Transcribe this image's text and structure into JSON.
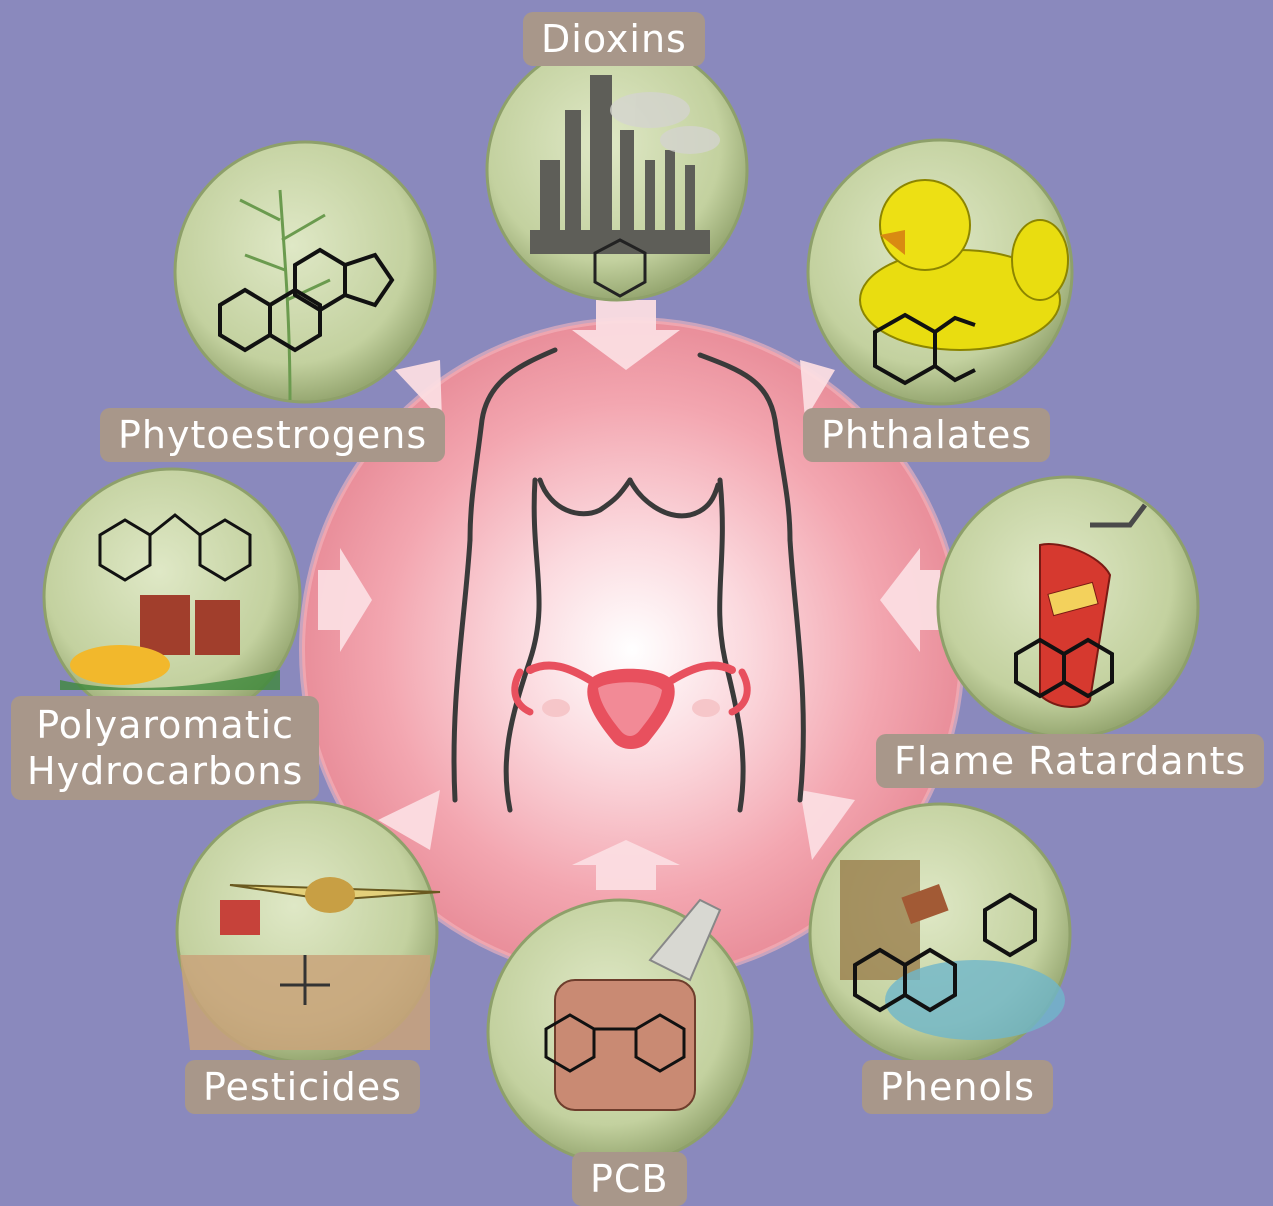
{
  "center": {
    "subject": "female-body-with-uterus"
  },
  "sources": [
    {
      "id": "dioxins",
      "label": "Dioxins",
      "icon": "factory-icon"
    },
    {
      "id": "phthalates",
      "label": "Phthalates",
      "icon": "rubber-duck-icon"
    },
    {
      "id": "flame-retardants",
      "label": "Flame Ratardants",
      "icon": "fire-extinguisher-icon"
    },
    {
      "id": "phenols",
      "label": "Phenols",
      "icon": "waste-barrel-icon"
    },
    {
      "id": "pcb",
      "label": "PCB",
      "icon": "transformer-icon"
    },
    {
      "id": "pesticides",
      "label": "Pesticides",
      "icon": "crop-duster-icon"
    },
    {
      "id": "pah",
      "label_lines": [
        "Polyaromatic",
        "Hydrocarbons"
      ],
      "icon": "burning-barrels-icon"
    },
    {
      "id": "phytoestrogens",
      "label": "Phytoestrogens",
      "icon": "plant-icon"
    }
  ],
  "colors": {
    "background": "#8a89bd",
    "label_bg": "#a8978a",
    "circle_fill": "#c6d4a4",
    "circle_edge": "#8ea06a",
    "center_fill": "#f2a0aa",
    "uterus": "#e8505e"
  }
}
